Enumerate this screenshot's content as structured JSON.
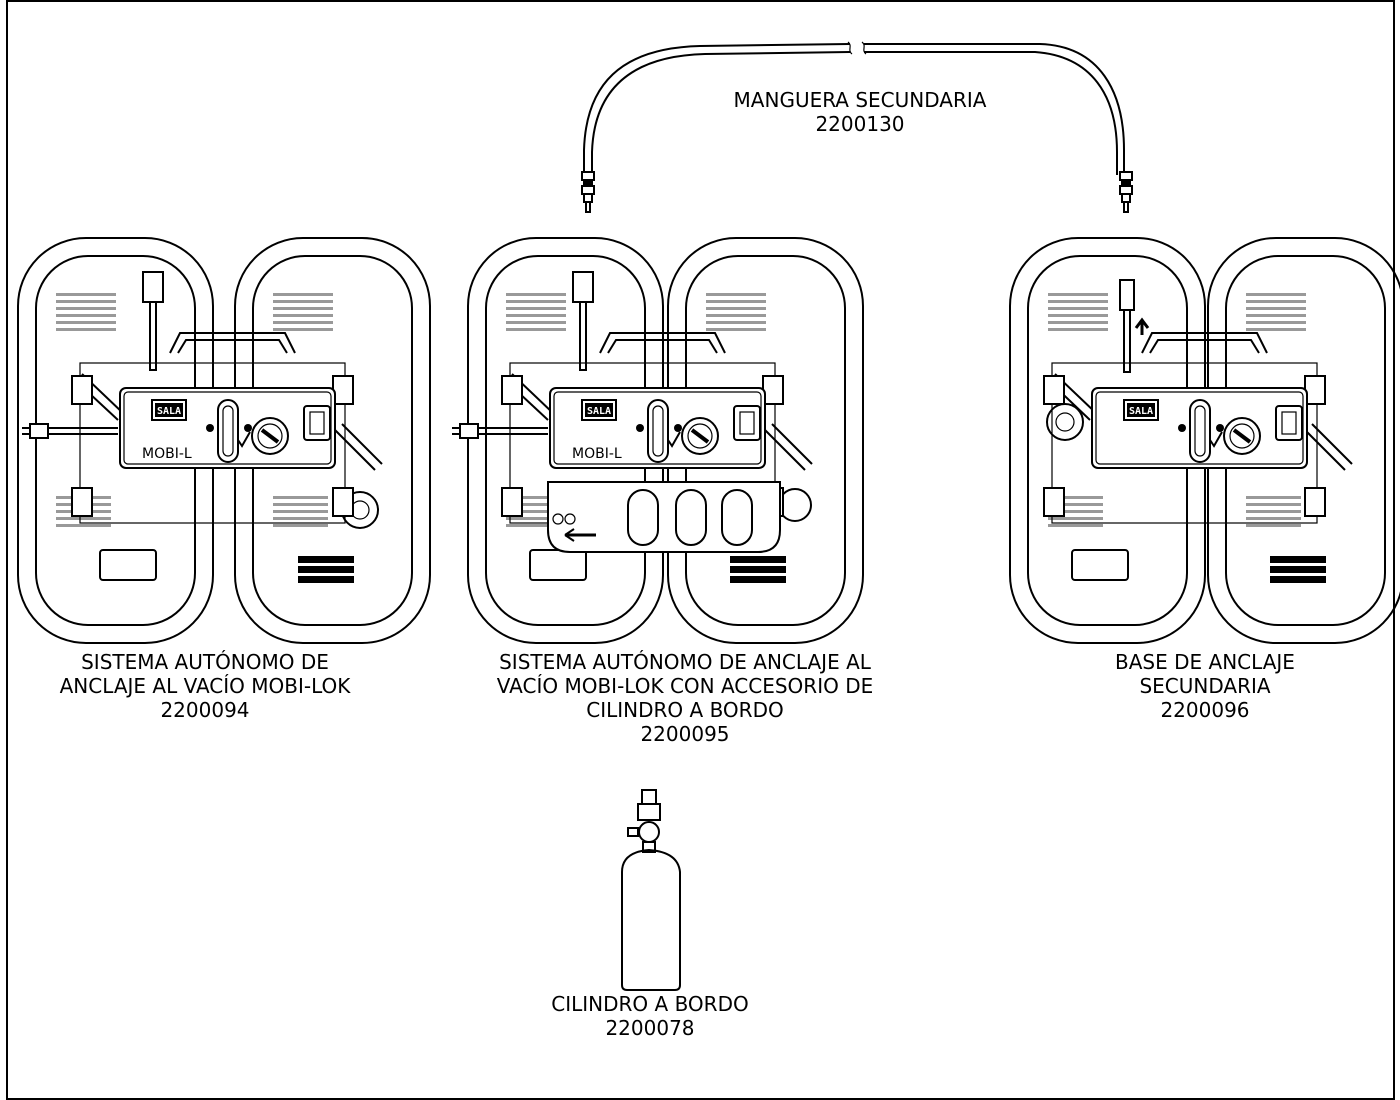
{
  "hose": {
    "title": "MANGUERA SECUNDARIA",
    "part": "2200130"
  },
  "unit1": {
    "line1": "SISTEMA AUTÓNOMO DE",
    "line2": "ANCLAJE AL VACÍO MOBI-LOK",
    "part": "2200094"
  },
  "unit2": {
    "line1": "SISTEMA AUTÓNOMO DE ANCLAJE AL",
    "line2": "VACÍO MOBI-LOK CON ACCESORIO DE",
    "line3": "CILINDRO A BORDO",
    "part": "2200095"
  },
  "unit3": {
    "line1": "BASE DE ANCLAJE",
    "line2": "SECUNDARIA",
    "part": "2200096"
  },
  "cylinder": {
    "title": "CILINDRO A BORDO",
    "part": "2200078"
  },
  "device": {
    "brand": "SALA",
    "logo": "MOBI-L"
  }
}
